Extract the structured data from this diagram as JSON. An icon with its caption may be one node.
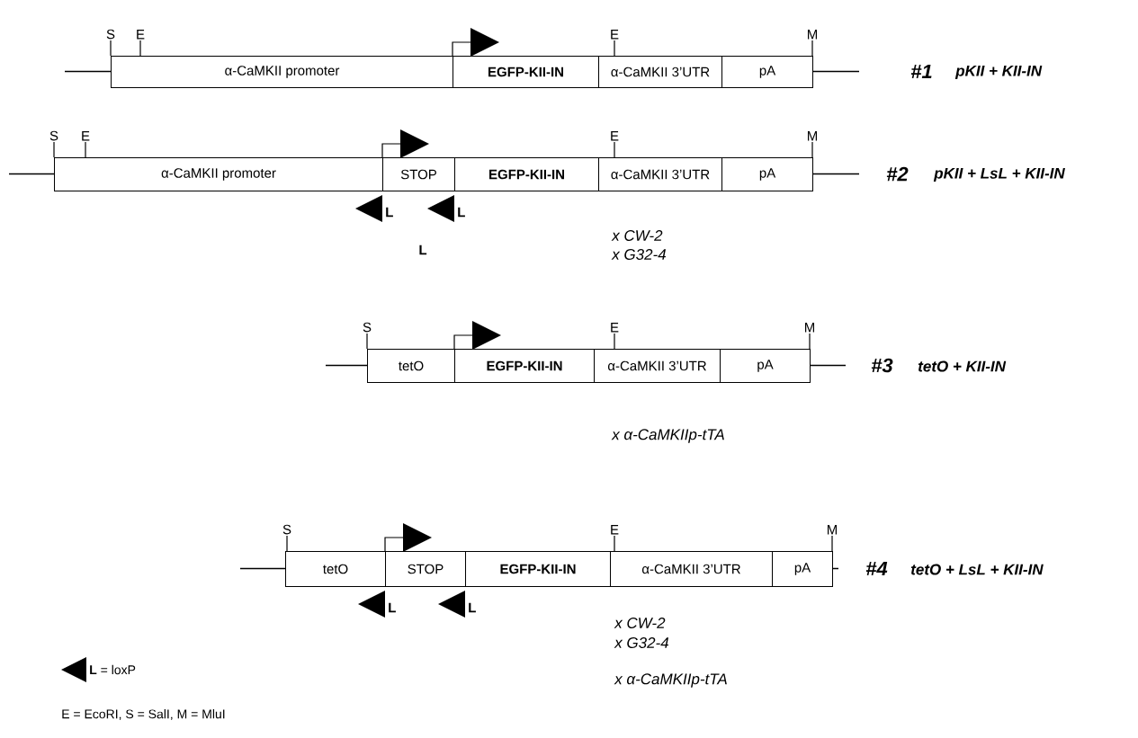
{
  "diagram": {
    "nodes": [
      {
        "text": [
          "α-CaMKII promoter"
        ],
        "beside": [
          "S",
          "E"
        ]
      },
      {
        "text": [
          "EGFP-KII-IN"
        ]
      },
      {
        "text": [
          "α-CaMKII 3’UTR"
        ],
        "beside": [
          "E"
        ]
      },
      {
        "text": [
          "pA"
        ],
        "beside": [
          "M"
        ]
      },
      {
        "text": [
          "α-CaMKII promoter"
        ],
        "beside": [
          "S",
          "E"
        ]
      },
      {
        "text": [
          "STOP"
        ]
      },
      {
        "text": [
          "EGFP-KII-IN"
        ]
      },
      {
        "text": [
          "α-CaMKII 3’UTR"
        ],
        "beside": [
          "E"
        ]
      },
      {
        "text": [
          "pA"
        ],
        "beside": [
          "M"
        ]
      },
      {
        "text": [
          "tetO"
        ],
        "beside": [
          "S"
        ]
      },
      {
        "text": [
          "EGFP-KII-IN"
        ]
      },
      {
        "text": [
          "α-CaMKII 3’UTR"
        ],
        "beside": [
          "E"
        ]
      },
      {
        "text": [
          "pA"
        ],
        "beside": [
          "M"
        ]
      },
      {
        "text": [
          "tetO"
        ],
        "beside": [
          "S"
        ]
      },
      {
        "text": [
          "STOP"
        ]
      },
      {
        "text": [
          "EGFP-KII-IN"
        ]
      },
      {
        "text": [
          "α-CaMKII 3’UTR"
        ],
        "beside": [
          "E"
        ]
      },
      {
        "text": [
          "pA"
        ],
        "beside": [
          "M"
        ]
      }
    ],
    "labels": [
      "#1",
      "pKII + KII-IN",
      "#2",
      "pKII + LsL + KII-IN",
      "L",
      "L",
      "L",
      "x CW-2",
      "x G32-4",
      "#3",
      "tetO + KII-IN",
      "x α-CaMKIIp-tTA",
      "#4",
      "tetO + LsL + KII-IN",
      "L",
      "L",
      "x CW-2",
      "x G32-4",
      "x α-CaMKIIp-tTA",
      "E = EcoRI, S = SalI, M = MluI"
    ],
    "legend": [
      {
        "text": "**L** = loxP"
      }
    ]
  }
}
